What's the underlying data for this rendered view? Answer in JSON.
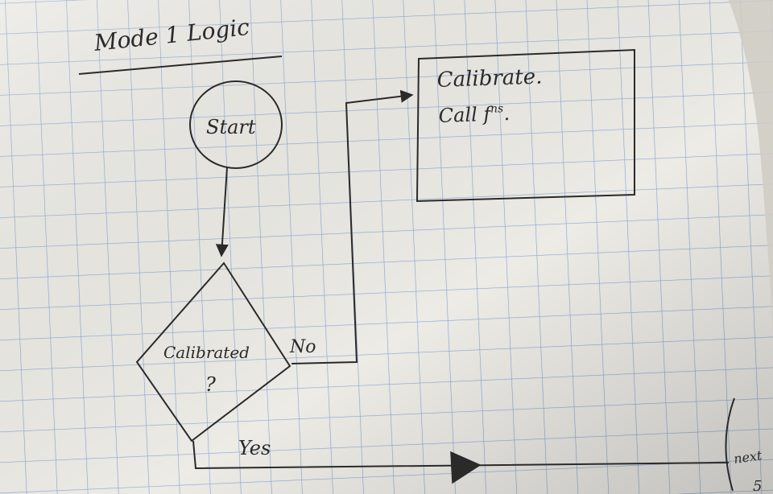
{
  "page": {
    "title": "Mode 1 Logic"
  },
  "flowchart": {
    "start": "Start",
    "decision_line1": "Calibrated",
    "decision_line2": "?",
    "process_line1": "Calibrate.",
    "process_line2": "Call f",
    "process_superscript": "ns",
    "process_line2_end": ".",
    "label_no": "No",
    "label_yes": "Yes",
    "next_note_line1": "next",
    "next_note_line2": "5"
  },
  "colors": {
    "paper": "#ecebe6",
    "grid": "#7f9ac6",
    "ink": "#2b2a2a"
  }
}
